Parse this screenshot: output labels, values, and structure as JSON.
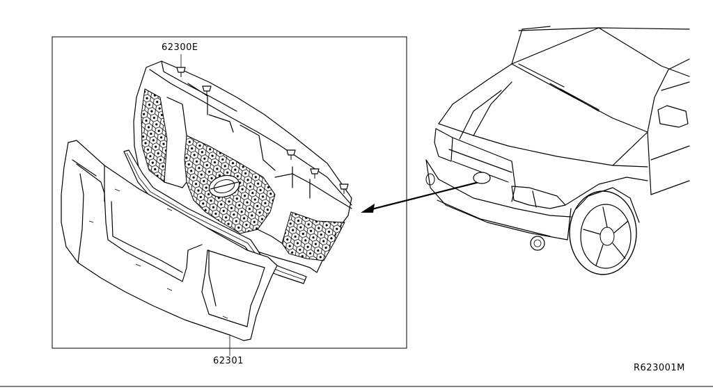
{
  "callouts": {
    "upper_part_number": "62300E",
    "lower_part_number": "62301"
  },
  "reference_code": "R623001M",
  "icons": [
    "clip-icon",
    "grille-mesh-icon",
    "vehicle-front-icon",
    "arrow-icon"
  ],
  "colors": {
    "line": "#000000",
    "background": "#ffffff"
  }
}
